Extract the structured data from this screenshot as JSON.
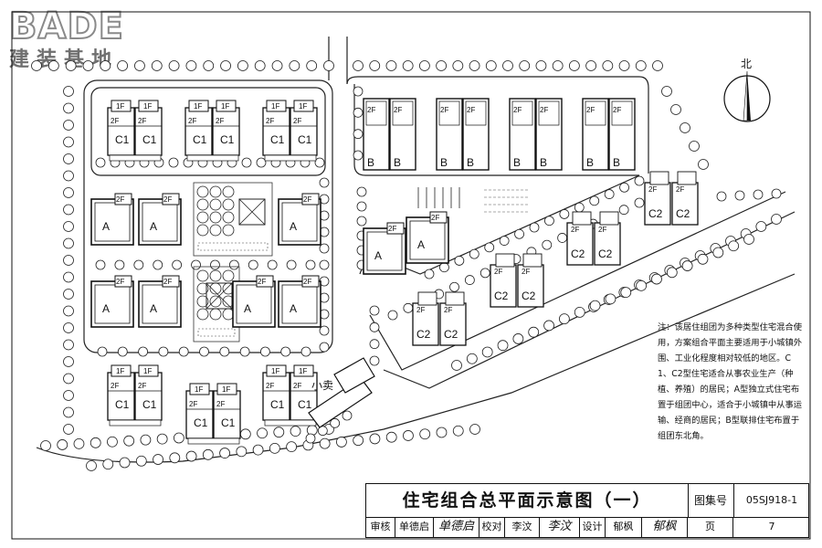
{
  "watermark": {
    "brand": "BADE",
    "tagline": "建装基地"
  },
  "north": {
    "label": "北"
  },
  "plan": {
    "labels": {
      "shop": "小卖",
      "type_a": "A",
      "type_b": "B",
      "type_c1": "C1",
      "type_c2": "C2",
      "floor_1": "1F",
      "floor_2": "2F"
    }
  },
  "note": {
    "text": "注：该居住组团为多种类型住宅混合使用，方案组合平面主要适用于小城镇外围、工业化程度相对较低的地区。C1、C2型住宅适合从事农业生产（种植、养殖）的居民；A型独立式住宅布置于组团中心，适合于小城镇中从事运输、经商的居民；B型联排住宅布置于组团东北角。"
  },
  "title_block": {
    "title": "住宅组合总平面示意图（一）",
    "atlas_label": "图集号",
    "atlas_no": "05SJ918-1",
    "review_label": "审核",
    "reviewer": "单德启",
    "reviewer_sig": "单德启",
    "proof_label": "校对",
    "proofer": "李汶",
    "proofer_sig": "李汶",
    "design_label": "设计",
    "designer": "郁枫",
    "designer_sig": "郁枫",
    "page_label": "页",
    "page_no": "7"
  }
}
